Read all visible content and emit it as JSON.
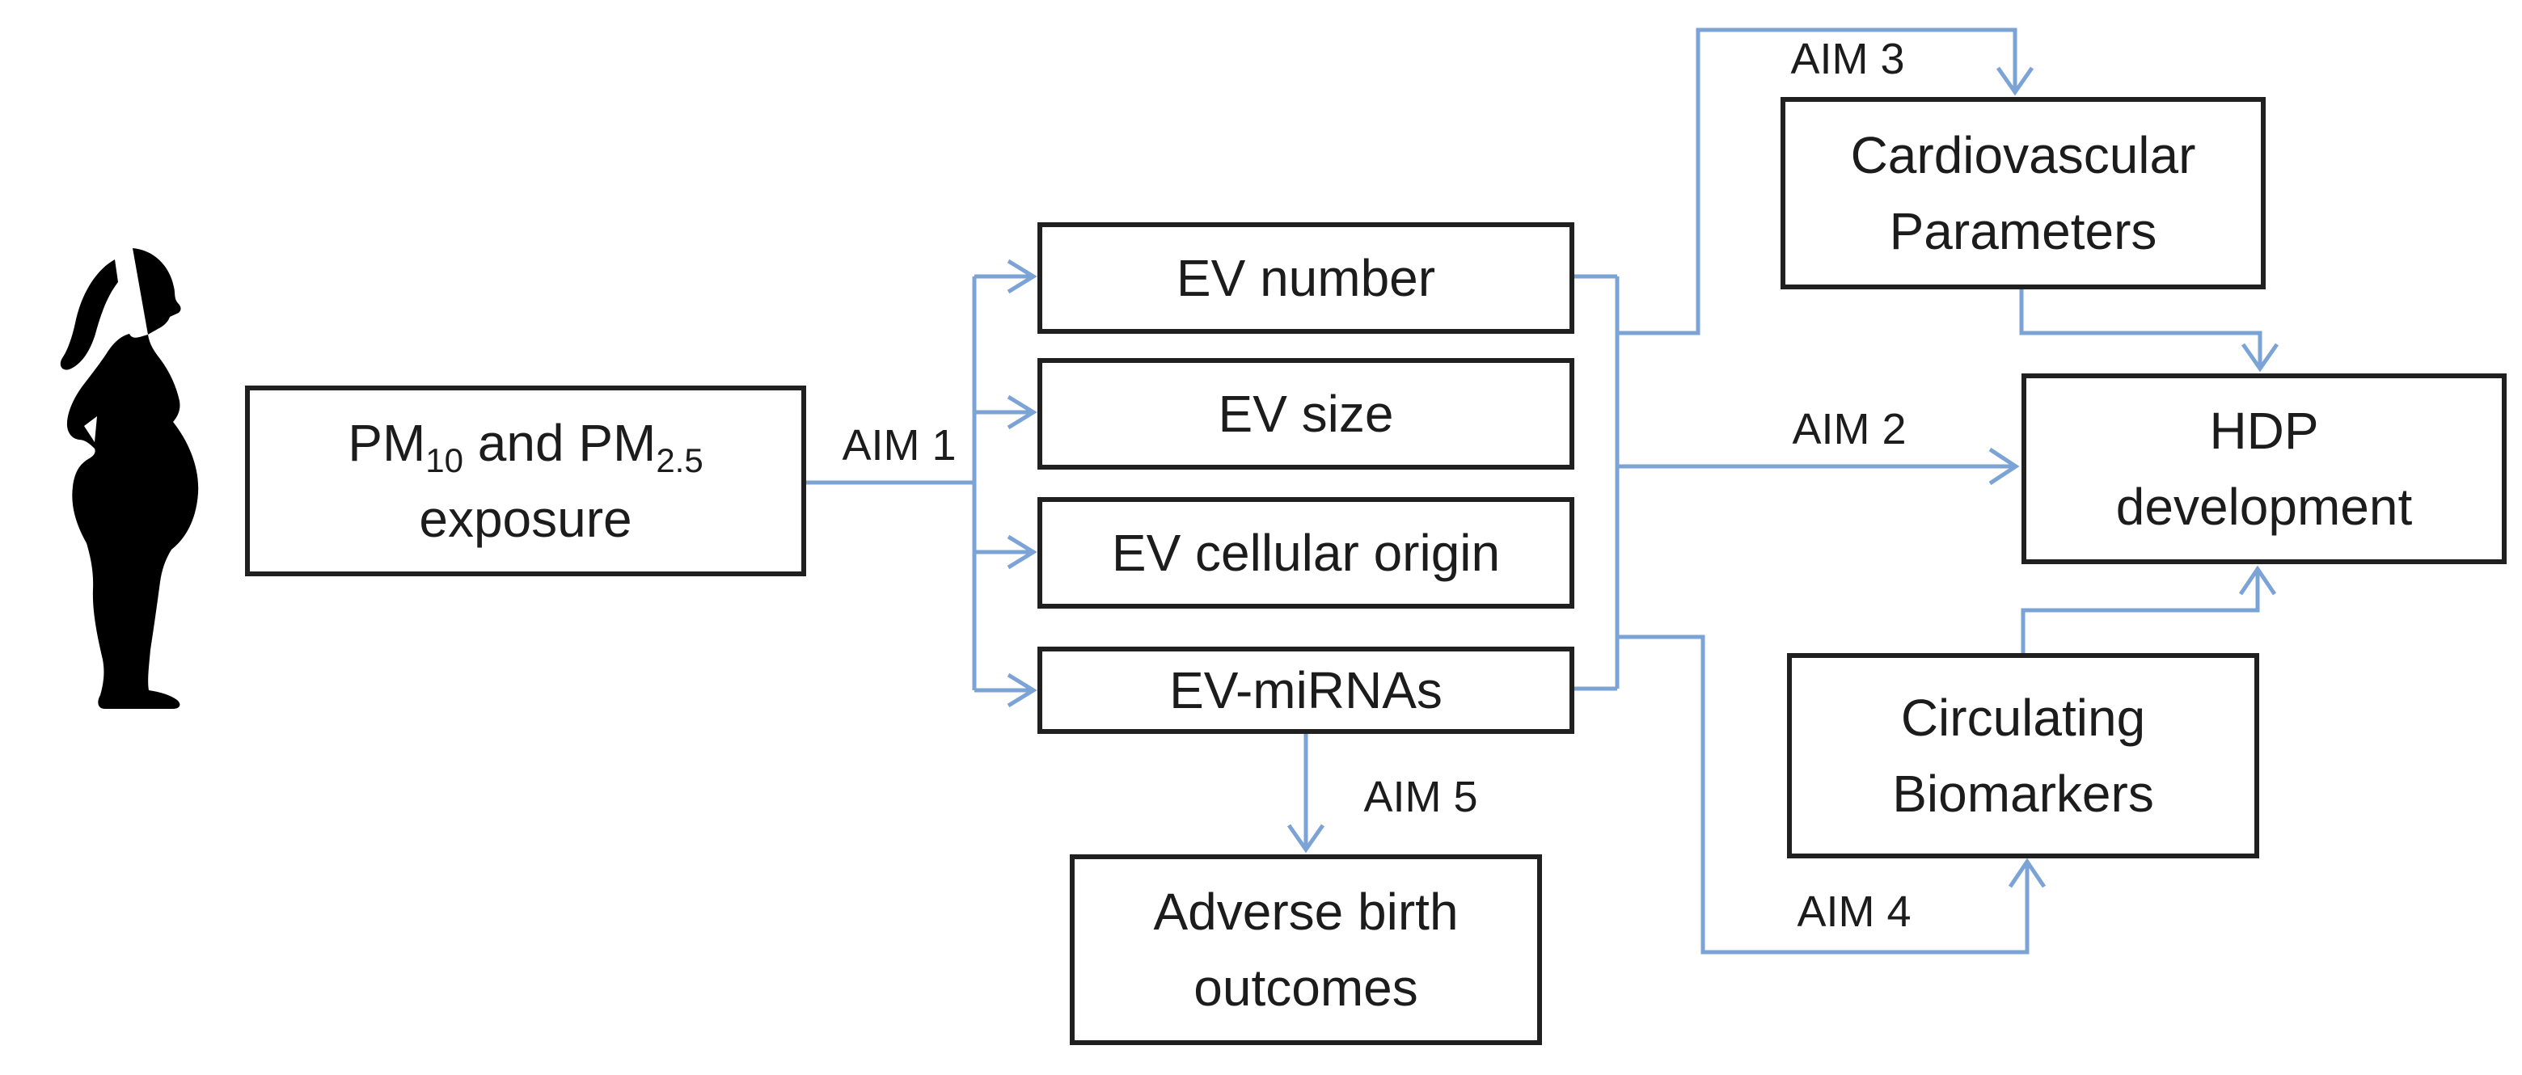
{
  "figure": {
    "type": "study-design-flow-diagram",
    "person_icon": "pregnant-woman-silhouette",
    "boxes": {
      "pm": {
        "l1a": "PM",
        "l1b": "10",
        "l1c": " and PM",
        "l1d": "2.5",
        "line2": "exposure"
      },
      "ev_number": {
        "label": "EV number"
      },
      "ev_size": {
        "label": "EV size"
      },
      "ev_origin": {
        "label": "EV cellular origin"
      },
      "ev_mirnas": {
        "label": "EV-miRNAs"
      },
      "cardio": {
        "line1": "Cardiovascular",
        "line2": "Parameters"
      },
      "hdp": {
        "line1": "HDP",
        "line2": "development"
      },
      "circulating": {
        "line1": "Circulating",
        "line2": "Biomarkers"
      },
      "adverse": {
        "line1": "Adverse birth",
        "line2": "outcomes"
      }
    },
    "labels": {
      "aim1": "AIM 1",
      "aim2": "AIM 2",
      "aim3": "AIM 3",
      "aim4": "AIM 4",
      "aim5": "AIM 5"
    },
    "connections": [
      "PM10 and PM2.5 exposure -> EV number / EV size / EV cellular origin / EV-miRNAs (AIM 1)",
      "EV panel -> HDP development (AIM 2)",
      "EV panel -> Cardiovascular Parameters (AIM 3)",
      "EV panel -> Circulating Biomarkers (AIM 4)",
      "EV-miRNAs -> Adverse birth outcomes (AIM 5)",
      "Cardiovascular Parameters -> HDP development",
      "Circulating Biomarkers -> HDP development"
    ],
    "colors": {
      "connector": "#7ba3d6",
      "box_border": "#202020",
      "text": "#1c1c1c",
      "silhouette": "#000000",
      "background": "#ffffff"
    }
  }
}
